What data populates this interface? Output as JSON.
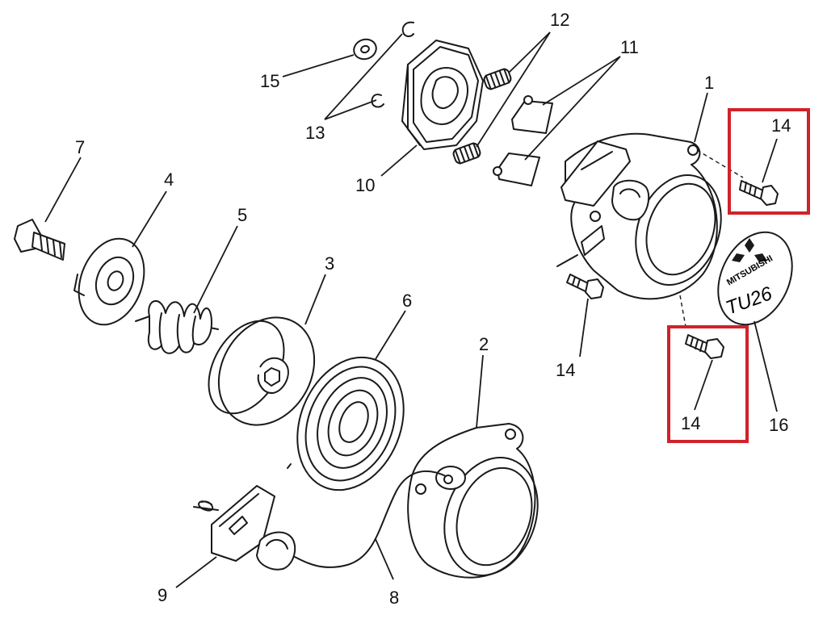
{
  "labels": {
    "p1": "1",
    "p2": "2",
    "p3": "3",
    "p4": "4",
    "p5": "5",
    "p6": "6",
    "p7": "7",
    "p8": "8",
    "p9": "9",
    "p10": "10",
    "p11": "11",
    "p12": "12",
    "p13": "13",
    "p14_top": "14",
    "p14_mid": "14",
    "p14_low": "14",
    "p15": "15",
    "p16": "16"
  },
  "decal": {
    "brand": "MITSUBISHI",
    "model": "TU26"
  },
  "colors": {
    "highlight": "#d0222a",
    "ink": "#1a1a1a"
  }
}
